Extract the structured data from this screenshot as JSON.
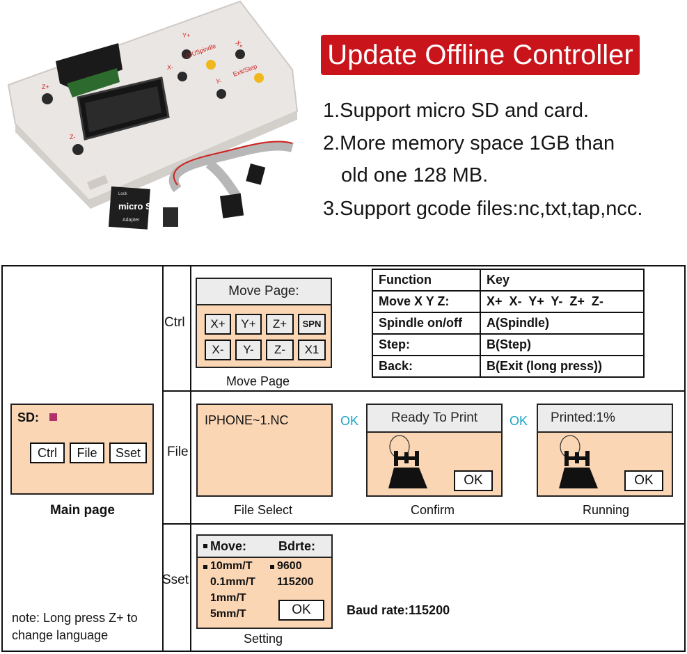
{
  "header": {
    "title": "Update Offline Controller"
  },
  "features": [
    "1.Support micro SD and card.",
    "2.More memory space 1GB than",
    "old one 128 MB.",
    "3.Support gcode files:nc,txt,tap,ncc."
  ],
  "device": {
    "buttons": {
      "y_plus": "Y+",
      "z_plus": "Z+",
      "x_minus": "X-",
      "ok_spindle": "OK/Spindle",
      "x_plus": "X+",
      "y_minus": "Y-",
      "exit_step": "Exit/Step",
      "z_minus": "Z-"
    },
    "sd_card_logo": "micro SD",
    "sd_card_lock": "Lock",
    "sd_card_adapter": "Adapter"
  },
  "main_page": {
    "sd_label": "SD:",
    "buttons": [
      "Ctrl",
      "File",
      "Sset"
    ],
    "caption": "Main page",
    "note_line1": "note: Long press Z+ to",
    "note_line2": "change language"
  },
  "rows": {
    "ctrl": "Ctrl",
    "file": "File",
    "sset": "Sset"
  },
  "move_page": {
    "title": "Move Page:",
    "keys_row1": [
      "X+",
      "Y+",
      "Z+",
      "SPN"
    ],
    "keys_row2": [
      "X-",
      "Y-",
      "Z-",
      "X1"
    ],
    "caption": "Move Page"
  },
  "key_table": {
    "headers": [
      "Function",
      "Key"
    ],
    "rows": [
      [
        "Move X Y Z:",
        "X+  X-  Y+  Y-  Z+  Z-"
      ],
      [
        "Spindle on/off",
        "A(Spindle)"
      ],
      [
        "Step:",
        "B(Step)"
      ],
      [
        "Back:",
        "B(Exit (long press))"
      ]
    ]
  },
  "file_flow": {
    "file_name": "IPHONE~1.NC",
    "file_caption": "File Select",
    "ok_arrow1": "OK",
    "confirm_title": "Ready To Print",
    "confirm_button": "OK",
    "confirm_caption": "Confirm",
    "ok_arrow2": "OK",
    "running_title": "Printed:1%",
    "running_button": "OK",
    "running_caption": "Running"
  },
  "setting": {
    "move_label": "Move:",
    "bdrte_label": "Bdrte:",
    "move_options": [
      "10mm/T",
      "0.1mm/T",
      "1mm/T",
      "5mm/T"
    ],
    "baud_options": [
      "9600",
      "115200"
    ],
    "ok_button": "OK",
    "caption": "Setting",
    "baud_rate": "Baud rate:115200"
  },
  "colors": {
    "accent": "#c8141a",
    "screen": "#fbd6b5",
    "ok_text": "#1ba3c6",
    "sd_mark": "#b0306a"
  }
}
